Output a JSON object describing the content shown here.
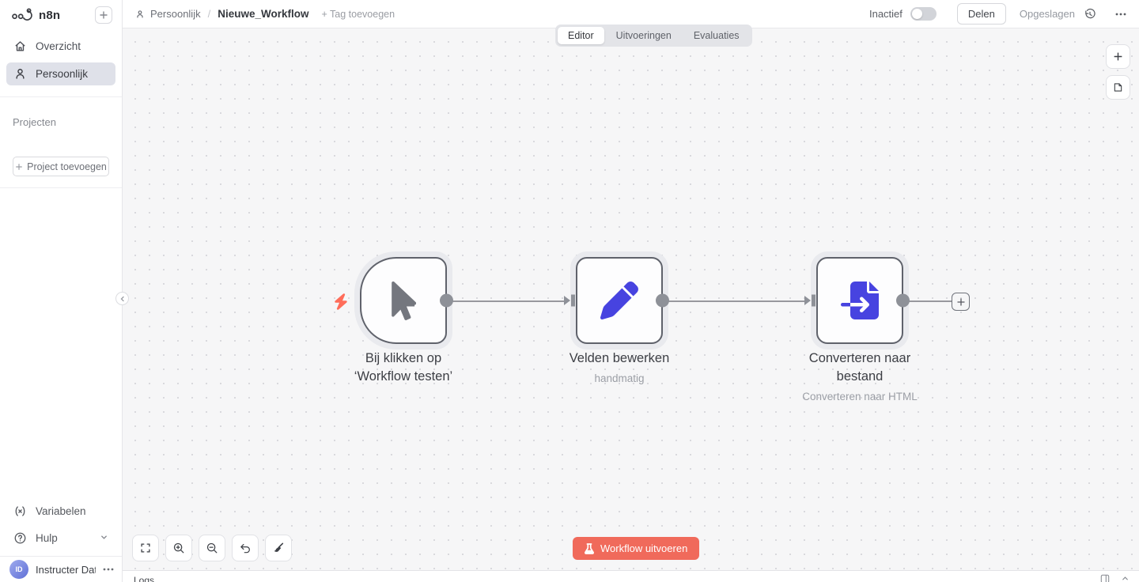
{
  "sidebar": {
    "logo_text": "n8n",
    "nav": [
      {
        "label": "Overzicht",
        "active": false
      },
      {
        "label": "Persoonlijk",
        "active": true
      }
    ],
    "projects_header": "Projecten",
    "add_project_label": "Project toevoegen",
    "bottom_nav": [
      {
        "label": "Variabelen"
      },
      {
        "label": "Hulp"
      }
    ],
    "user": {
      "initials": "ID",
      "name": "Instructer Data..."
    }
  },
  "header": {
    "breadcrumb_project": "Persoonlijk",
    "breadcrumb_separator": "/",
    "workflow_name": "Nieuwe_Workflow",
    "add_tag_label": "+ Tag toevoegen",
    "active_toggle_label": "Inactief",
    "share_button_label": "Delen",
    "saved_status": "Opgeslagen"
  },
  "tabs": [
    {
      "label": "Editor",
      "active": true
    },
    {
      "label": "Uitvoeringen",
      "active": false
    },
    {
      "label": "Evaluaties",
      "active": false
    }
  ],
  "canvas": {
    "nodes": [
      {
        "type": "trigger",
        "icon": "mouse-pointer-icon",
        "title_line1": "Bij klikken op",
        "title_line2": "‘Workflow testen’",
        "subtitle": ""
      },
      {
        "type": "action",
        "icon": "pencil-icon",
        "title": "Velden bewerken",
        "subtitle": "handmatig"
      },
      {
        "type": "action",
        "icon": "file-import-icon",
        "title": "Converteren naar bestand",
        "subtitle": "Converteren naar HTML"
      }
    ],
    "run_button_label": "Workflow uitvoeren"
  },
  "logs_panel": {
    "title": "Logs"
  },
  "colors": {
    "accent": "#ff6d5a",
    "run_button": "#f06a5b",
    "node_icon_blue": "#4743e0",
    "connector_gray": "#98989d",
    "sidebar_active_bg": "#dfe1e9"
  }
}
